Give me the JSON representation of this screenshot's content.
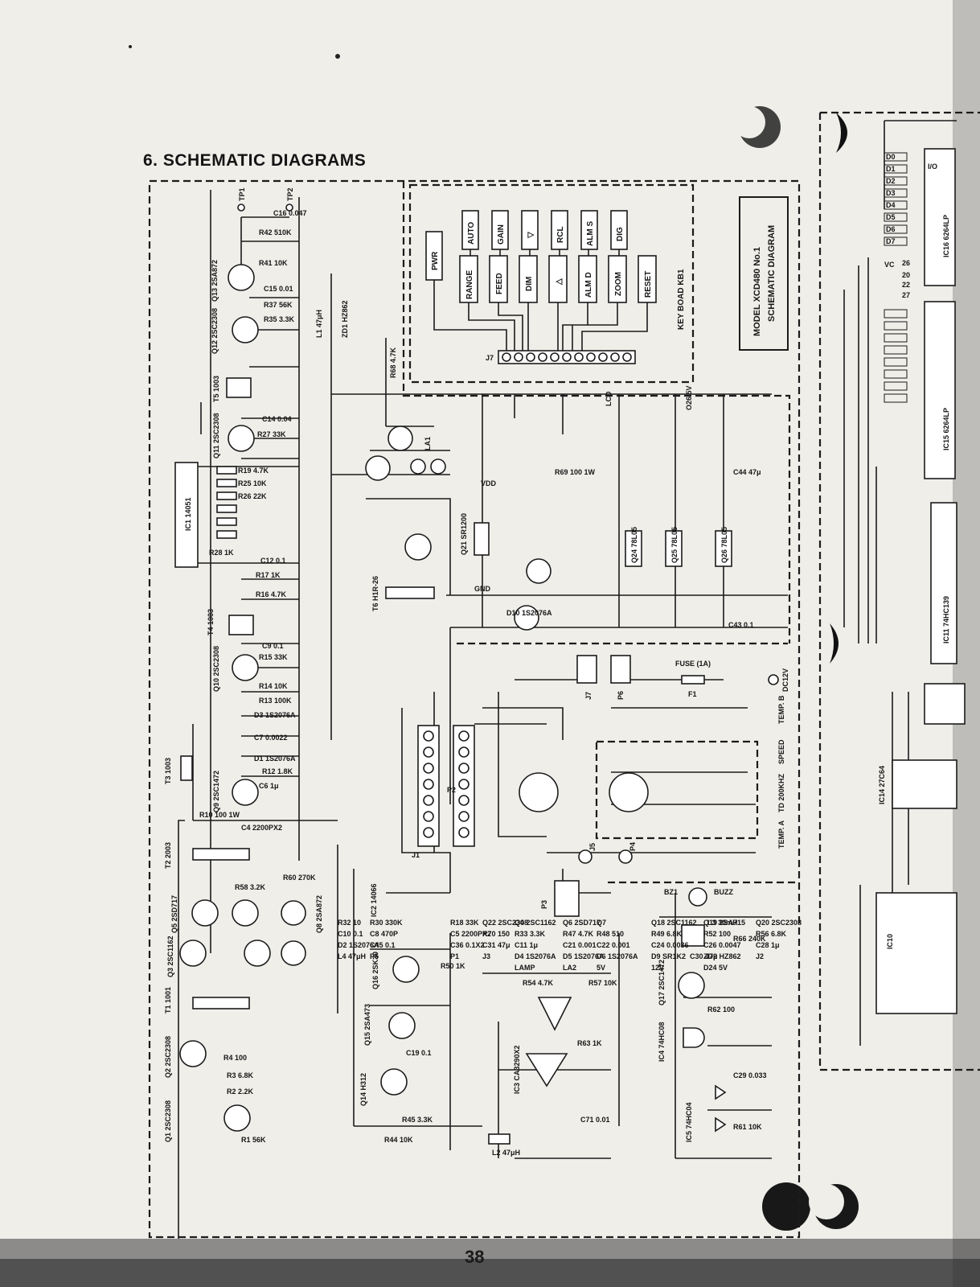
{
  "page": {
    "title": "6.  SCHEMATIC DIAGRAMS",
    "page_number": "38"
  },
  "title_block": {
    "model": "MODEL XCD480   No.1",
    "subtitle": "SCHEMATIC DIAGRAM"
  },
  "keyboard": {
    "label": "KEY BOAD KB1",
    "connector": "J7",
    "keys_top": [
      "AUTO",
      "GAIN",
      "▽",
      "RCL",
      "ALM S",
      "DIG"
    ],
    "keys_bottom": [
      "PWR",
      "RANGE",
      "FEED",
      "DIM",
      "△",
      "ALM D",
      "ZOOM",
      "RESET"
    ]
  },
  "ics": [
    "IC1 14051",
    "IC2 14066",
    "IC3 CA3290X2",
    "IC4 74HC08",
    "IC5 74HC04",
    "IC10",
    "IC11 74HC139",
    "IC14 27C64",
    "IC15 6264LP",
    "IC16 6264LP"
  ],
  "transistors": [
    "Q1 2SC2308",
    "Q2 2SC2308",
    "Q3 2SC1162",
    "Q4 2SC1162",
    "Q5 2SD717",
    "Q6 2SD717",
    "Q7",
    "Q8 2SA872",
    "Q9 2SC1472",
    "Q10 2SC2308",
    "Q11 2SC2308",
    "Q12 2SC2308",
    "Q13 2SA872",
    "Q14 H312",
    "Q15 2SA473",
    "Q16 2SK30",
    "Q17 2SC1472",
    "Q18 2SC1162",
    "Q19 2SA715",
    "Q20 2SC2308",
    "Q21 SR1200",
    "Q22 2SC2308",
    "Q24 78L05",
    "Q25 78L05",
    "Q26 78L05"
  ],
  "transformers": [
    "T1 1001",
    "T2 2003",
    "T3 1003",
    "T4 1003",
    "T5 1003",
    "T6 H1R-26"
  ],
  "resistors": [
    "R1 56K",
    "R2 2.2K",
    "R3 6.8K",
    "R4 100",
    "R10 100 1W",
    "R12 1.8K",
    "R13 100K",
    "R14 10K",
    "R15 33K",
    "R16 4.7K",
    "R17 1K",
    "R18 33K",
    "R19 4.7K",
    "R25 10K",
    "R26 22K",
    "R27 33K",
    "R28 1K",
    "R30 330K",
    "R32 10",
    "R33 3.3K",
    "R35 3.3K",
    "R37 56K",
    "R41 10K",
    "R42 510K",
    "R44 10K",
    "R45 3.3K",
    "R47 4.7K",
    "R48 510",
    "R49 6.8K",
    "R50 1K",
    "R52 100",
    "R54 4.7K",
    "R56 6.8K",
    "R57 10K",
    "R58 3.2K",
    "R60 270K",
    "R61 10K",
    "R62 100",
    "R63 1K",
    "R66 240K",
    "R68 4.7K",
    "R69 100 1W",
    "R70 150"
  ],
  "capacitors": [
    "C4 2200PX2",
    "C5 2200PX2",
    "C6 1μ",
    "C7 0.0022",
    "C8 470P",
    "C9 0.1",
    "C10 0.1",
    "C11 1μ",
    "C12 0.1",
    "C14 0.04",
    "C15 0.01",
    "C16 0.047",
    "C19 0.1",
    "C21 0.001",
    "C22 0.001",
    "C24 0.0036",
    "C26 0.0047",
    "C28 1μ",
    "C29 0.033",
    "C30 47μ",
    "C31 47μ",
    "C36 0.1X2",
    "C43 0.1",
    "C44 47μ",
    "C45 0.1",
    "C71 0.01"
  ],
  "diodes": [
    "D1 1S2076A",
    "D2 1S2076A",
    "D3 1S2076A",
    "D4 1S2076A",
    "D5 1S2076A",
    "D6 1S2076A",
    "D9 SR1K2",
    "D10 1S2076A",
    "ZD1 HZ862",
    "ZD2 HZ862"
  ],
  "connectors": [
    "J1",
    "J2",
    "J3",
    "J5",
    "J7",
    "P1",
    "P2",
    "P3",
    "P4",
    "P5",
    "P6",
    "TP1",
    "TP2"
  ],
  "inductors": [
    "L1 47μH",
    "L2 47μH",
    "L3 30mH",
    "L4 47μH"
  ],
  "misc": [
    "FUSE (1A)",
    "F1",
    "DC12V",
    "BZ1",
    "BUZZ",
    "LAMP",
    "LA1",
    "LA2",
    "SPEED",
    "TEMP. B",
    "TEMP. A",
    "TD 200KHZ",
    "5V",
    "12V",
    "VDD",
    "GND",
    "LCD",
    "D24 5V",
    "O26 5V"
  ],
  "memory_bus": {
    "data_pins": [
      "D0",
      "D1",
      "D2",
      "D3",
      "D4",
      "D5",
      "D6",
      "D7"
    ],
    "label_io": "I/O",
    "label_vc": "VC",
    "pins": [
      "26",
      "20",
      "22",
      "27"
    ]
  }
}
